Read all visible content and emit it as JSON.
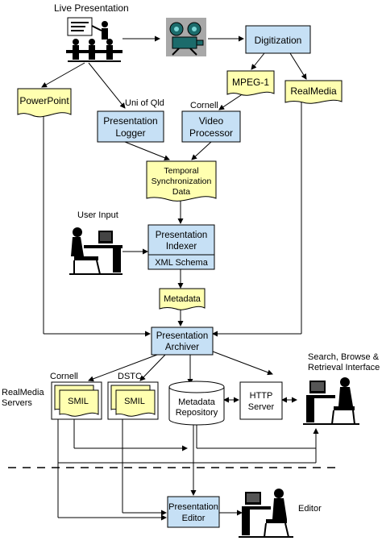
{
  "labels": {
    "live_presentation": "Live Presentation",
    "digitization": "Digitization",
    "powerpoint": "PowerPoint",
    "mpeg1": "MPEG-1",
    "realmedia": "RealMedia",
    "uni_of_qld": "Uni of Qld",
    "cornell_top": "Cornell",
    "presentation_logger_1": "Presentation",
    "presentation_logger_2": "Logger",
    "video_processor_1": "Video",
    "video_processor_2": "Processor",
    "temporal_1": "Temporal",
    "temporal_2": "Synchronization",
    "temporal_3": "Data",
    "user_input": "User Input",
    "indexer_1": "Presentation",
    "indexer_2": "Indexer",
    "xml_schema": "XML Schema",
    "metadata": "Metadata",
    "archiver_1": "Presentation",
    "archiver_2": "Archiver",
    "search_1": "Search, Browse &",
    "search_2": "Retrieval Interface",
    "realmedia_servers_1": "RealMedia",
    "realmedia_servers_2": "Servers",
    "cornell_bottom": "Cornell",
    "dstc": "DSTC",
    "smil_1": "SMIL",
    "smil_2": "SMIL",
    "repository_1": "Metadata",
    "repository_2": "Repository",
    "http_1": "HTTP",
    "http_2": "Server",
    "editor_box_1": "Presentation",
    "editor_box_2": "Editor",
    "editor": "Editor"
  },
  "colors": {
    "process_box": "#c6e0f5",
    "document": "#ffffb0",
    "line": "#000000"
  }
}
